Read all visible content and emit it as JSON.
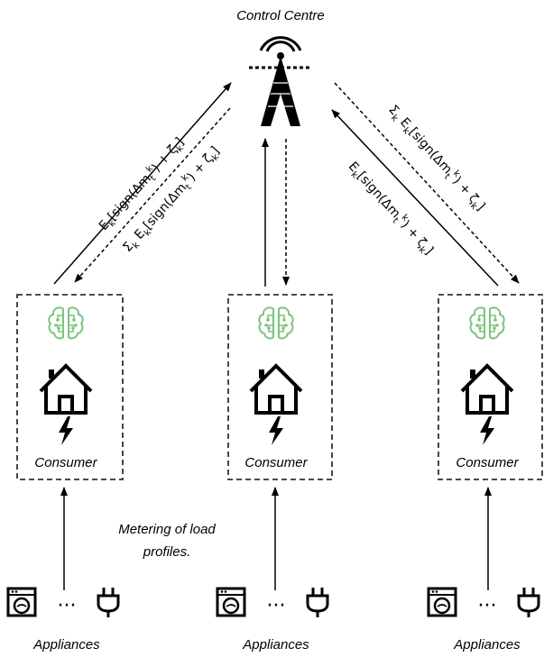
{
  "control_centre": {
    "label": "Control Centre"
  },
  "consumers": [
    {
      "label": "Consumer",
      "appliances_label": "Appliances",
      "ellipsis": "···"
    },
    {
      "label": "Consumer",
      "appliances_label": "Appliances",
      "ellipsis": "···"
    },
    {
      "label": "Consumer",
      "appliances_label": "Appliances",
      "ellipsis": "···"
    }
  ],
  "metering_note": {
    "line1": "Metering of load",
    "line2": "profiles."
  },
  "edge_labels": {
    "left_up": {
      "main": "E",
      "sub1": "k",
      "mid": "[sign(Δm",
      "sub2": "t",
      "sup": "k",
      "end": ") + ζ",
      "sub3": "k",
      "close": "]"
    },
    "left_down": {
      "sum": "Σ",
      "sumsub": "k",
      "main": " E",
      "sub1": "k",
      "mid": "[sign(Δm",
      "sub2": "t",
      "sup": "k",
      "end": ") + ζ",
      "sub3": "k",
      "close": "]"
    },
    "right_down": {
      "sum": "Σ",
      "sumsub": "k",
      "main": " E",
      "sub1": "k",
      "mid": "[sign(Δm",
      "sub2": "t",
      "sup": "k",
      "end": ") + ζ",
      "sub3": "k",
      "close": "]"
    },
    "right_up": {
      "main": "E",
      "sub1": "k",
      "mid": "[sign(Δm",
      "sub2": "t",
      "sup": "k",
      "end": ") + ζ",
      "sub3": "k",
      "close": "]"
    }
  },
  "icons": {
    "tower": "radio-tower-icon",
    "brain": "ai-brain-icon",
    "house": "house-icon",
    "lightning": "lightning-bolt-icon",
    "washer": "washing-machine-icon",
    "plug": "power-plug-icon"
  },
  "colors": {
    "brain_green": "#7cc47f",
    "line": "#000000"
  }
}
